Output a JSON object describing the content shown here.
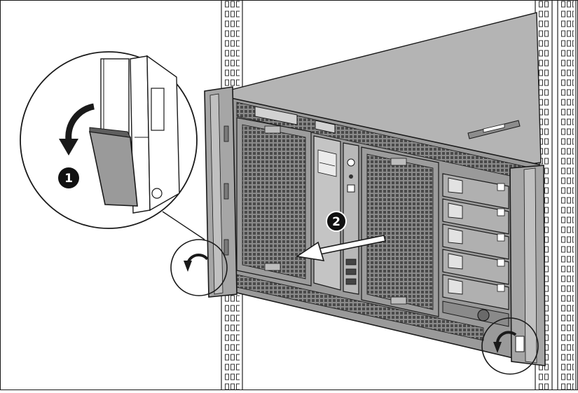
{
  "figure": {
    "kind": "technical-illustration",
    "subject": "rack-server-front-bezel-removal",
    "steps": [
      {
        "number": "1",
        "description_icon": "release-latch-arrow-icon"
      },
      {
        "number": "2",
        "description_icon": "pull-out-arrow-icon"
      }
    ],
    "colors": {
      "line": "#1a1a1a",
      "chassis": "#9a9a9a",
      "chassis_dark": "#7c7c7c",
      "chassis_top": "#b4b4b4",
      "bezel": "#a6a6a6",
      "mesh": "#5e5e5e",
      "rail": "#ffffff",
      "callout_fill": "#ffffff",
      "badge_fill": "#111111",
      "badge_text": "#ffffff"
    },
    "icons": [
      "rotate-arrow-icon",
      "callout-magnifier-icon",
      "drive-bay-icon",
      "rack-rail-icon"
    ]
  }
}
